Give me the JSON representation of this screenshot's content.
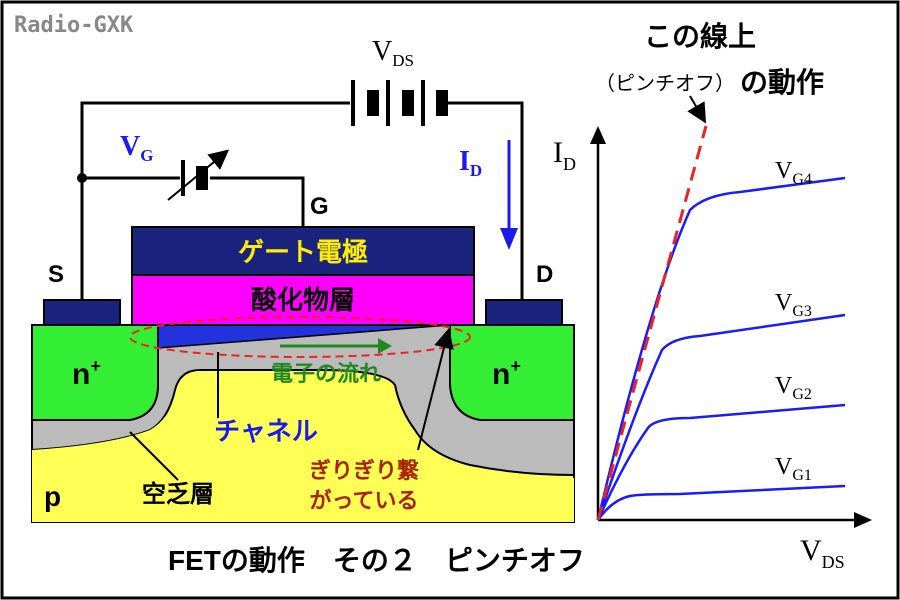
{
  "watermark": "Radio-GXK",
  "caption": "FETの動作　その２　ピンチオフ",
  "labels": {
    "vds_main": "V",
    "vds_sub": "DS",
    "vg_main": "V",
    "vg_sub": "G",
    "id_main": "I",
    "id_sub": "D",
    "gate": "G",
    "source": "S",
    "drain": "D",
    "gate_electrode": "ゲート電極",
    "oxide": "酸化物層",
    "n_plus_left": "n",
    "n_plus_right": "n",
    "plus": "+",
    "electron_flow": "電子の流れ",
    "channel": "チャネル",
    "depletion": "空乏層",
    "p_region": "p",
    "pinch_line1": "ぎりぎり繋",
    "pinch_line2": "がっている"
  },
  "graph": {
    "title_line1": "この線上",
    "title_line2_paren": "（ピンチオフ）",
    "title_line2_rest": "の動作",
    "y_axis_main": "I",
    "y_axis_sub": "D",
    "x_axis_main": "V",
    "x_axis_sub": "DS",
    "curves": [
      {
        "main": "V",
        "sub": "G4"
      },
      {
        "main": "V",
        "sub": "G3"
      },
      {
        "main": "V",
        "sub": "G2"
      },
      {
        "main": "V",
        "sub": "G1"
      }
    ]
  },
  "colors": {
    "border": "#000000",
    "gate_electrode": "#1a237e",
    "oxide": "#ff00ff",
    "n_region": "#33ee33",
    "p_region": "#ffff55",
    "depletion": "#bbbbbb",
    "channel": "#2233dd",
    "curve": "#1a1aff",
    "pinchoff_line": "#ee2222",
    "label_blue": "#1a1aee",
    "label_green": "#228822",
    "label_yellow": "#ffee00",
    "label_red": "#aa2200"
  }
}
